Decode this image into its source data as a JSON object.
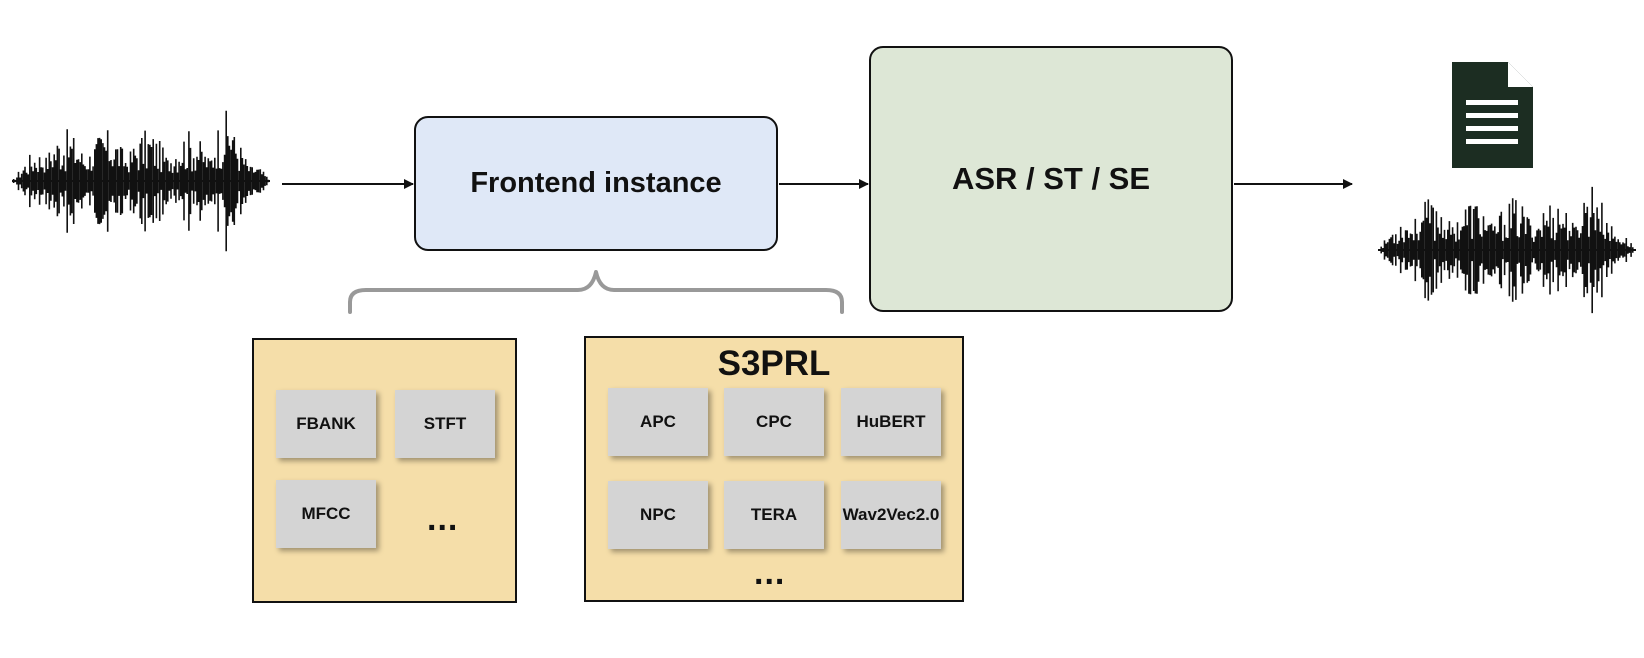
{
  "frontend_label": "Frontend instance",
  "task_label": "ASR / ST / SE",
  "classic": {
    "items": [
      "FBANK",
      "STFT",
      "MFCC"
    ],
    "more": "..."
  },
  "s3prl": {
    "title": "S3PRL",
    "items": [
      "APC",
      "CPC",
      "HuBERT",
      "NPC",
      "TERA",
      "Wav2Vec2.0"
    ],
    "more": "..."
  },
  "colors": {
    "frontend_fill": "#dfe8f7",
    "task_fill": "#dde7d6",
    "panel_fill": "#f5dea9",
    "chip_fill": "#d4d4d4",
    "brace": "#999999",
    "document_icon": "#1c2d22"
  },
  "icons": [
    "waveform-icon",
    "document-icon"
  ]
}
